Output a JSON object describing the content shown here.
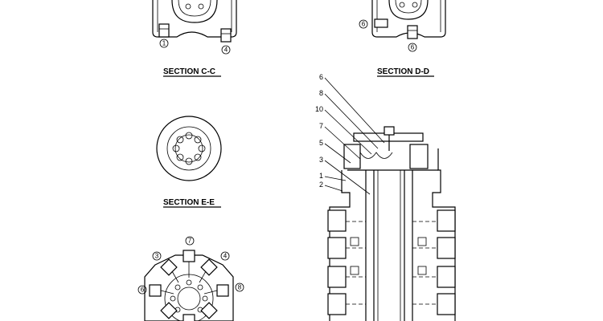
{
  "sections": {
    "c": "SECTION  C-C",
    "d": "SECTION  D-D",
    "e": "SECTION  E-E"
  },
  "callouts": {
    "cc_left": "1",
    "cc_right": "4",
    "dd_left": "6",
    "dd_bottom": "6",
    "bot_top": "7",
    "bot_tl": "3",
    "bot_tr": "4",
    "bot_l": "6",
    "bot_r": "8"
  },
  "leaders": [
    "6",
    "8",
    "10",
    "7",
    "5",
    "3",
    "1",
    "2"
  ]
}
